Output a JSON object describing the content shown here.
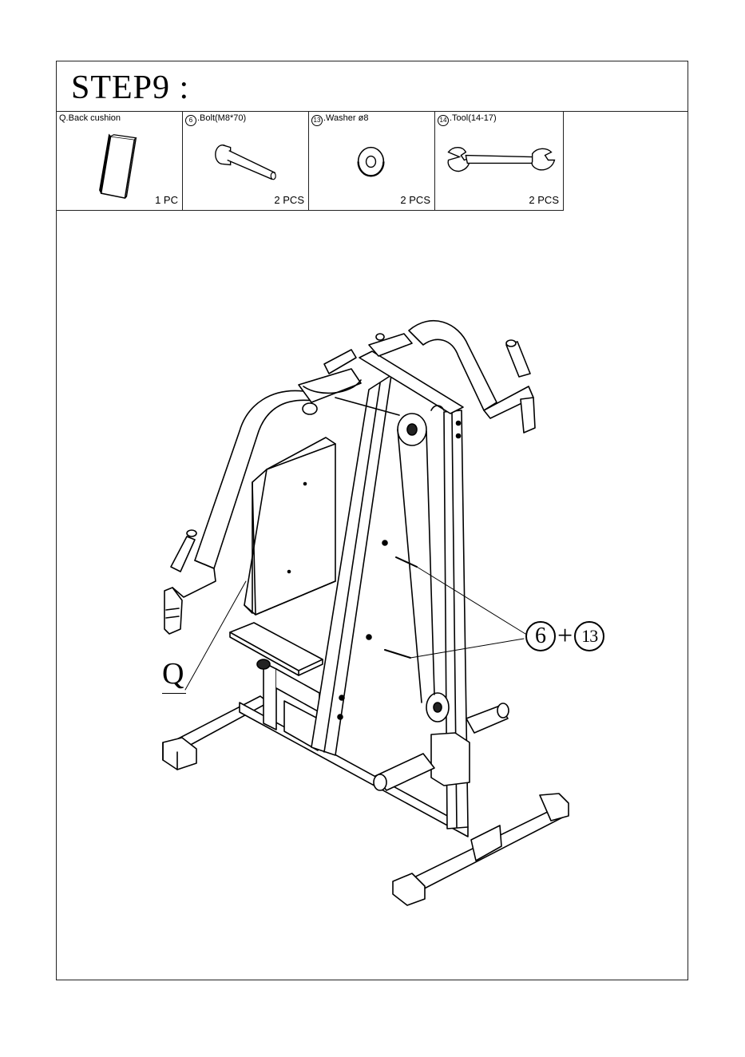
{
  "step": {
    "title": "STEP9 :"
  },
  "parts": [
    {
      "name": "Q.Back cushion",
      "quantity": "1 PC",
      "icon": "back-cushion-icon"
    },
    {
      "number": "6",
      "name": ".Bolt(M8*70)",
      "quantity": "2 PCS",
      "icon": "bolt-icon"
    },
    {
      "number": "13",
      "name": ".Washer ø8",
      "quantity": "2 PCS",
      "icon": "washer-icon"
    },
    {
      "number": "14",
      "name": ".Tool(14-17)",
      "quantity": "2 PCS",
      "icon": "wrench-icon"
    }
  ],
  "callouts": {
    "cushion_letter": "Q",
    "hardware_a": "6",
    "plus": "+",
    "hardware_b": "13"
  }
}
